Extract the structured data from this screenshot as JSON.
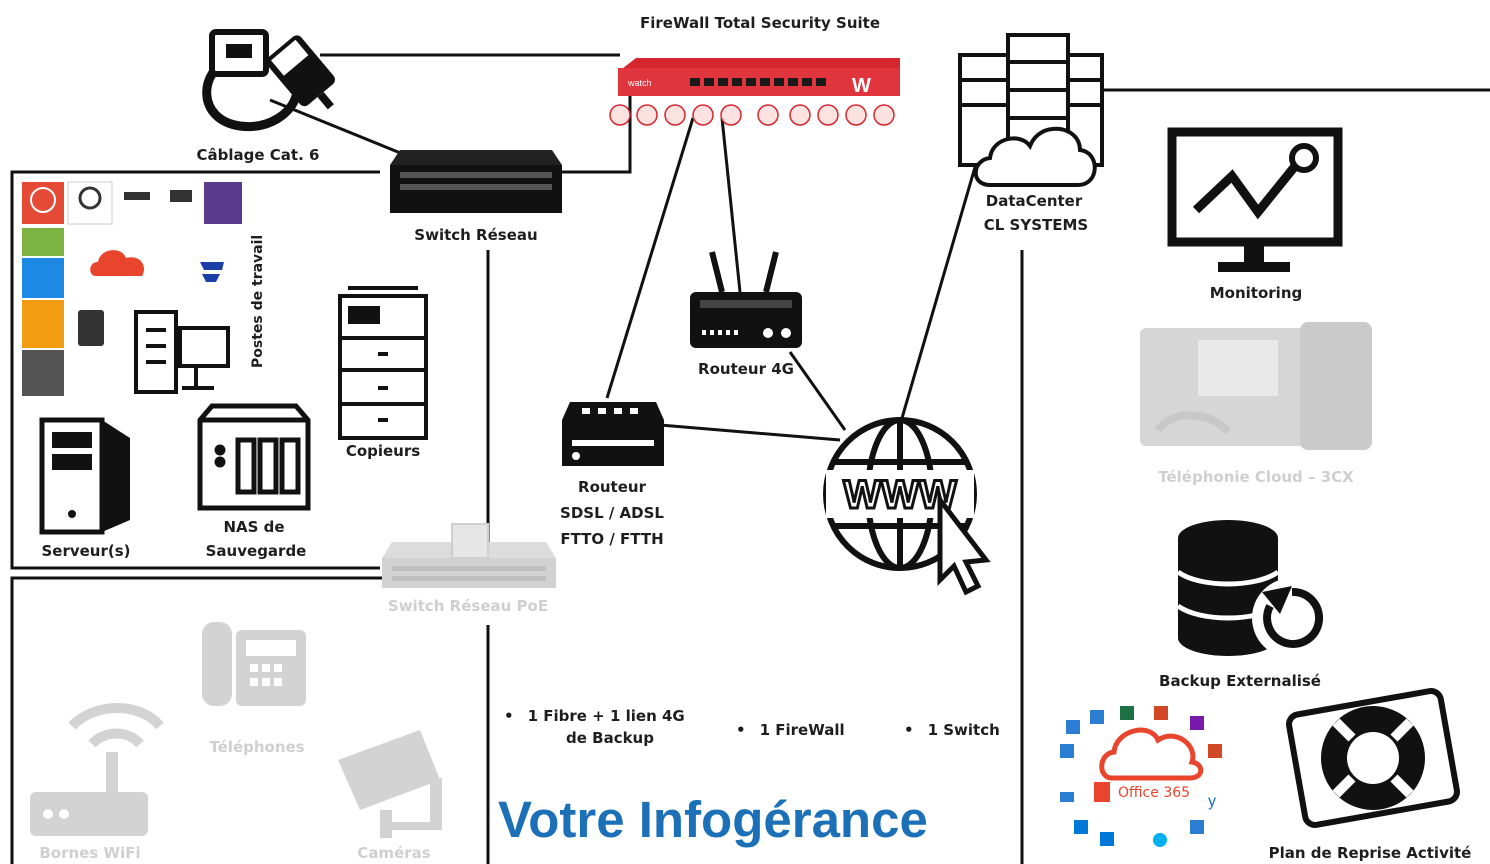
{
  "labels": {
    "firewall": "FireWall Total Security Suite",
    "cabling": "Câblage Cat. 6",
    "switch": "Switch Réseau",
    "datacenter_1": "DataCenter",
    "datacenter_2": "CL SYSTEMS",
    "postes": "Postes de travail",
    "copiers": "Copieurs",
    "servers": "Serveur(s)",
    "nas_1": "NAS de",
    "nas_2": "Sauvegarde",
    "router_4g": "Routeur 4G",
    "router_fixed_1": "Routeur",
    "router_fixed_2": "SDSL / ADSL",
    "router_fixed_3": "FTTO / FTTH",
    "switch_poe": "Switch Réseau PoE",
    "phones": "Téléphones",
    "cameras": "Caméras",
    "wifi": "Bornes WiFi",
    "monitoring": "Monitoring",
    "telephony": "Téléphonie Cloud – 3CX",
    "backup": "Backup Externalisé",
    "pra": "Plan de Reprise Activité",
    "office": "Office 365"
  },
  "bullets": {
    "fiber_1": "1 Fibre + 1 lien 4G",
    "fiber_2": "de Backup",
    "firewall": "1 FireWall",
    "switch": "1 Switch"
  },
  "banner": "Votre Infogérance",
  "colors": {
    "firewall_red": "#d6262e",
    "title_blue": "#1b70b8",
    "office_orange": "#e8452c",
    "faded_gray": "#d0d0d0",
    "line_dark": "#111111"
  },
  "icons": [
    "cat6-cable-icon",
    "firewall-appliance-icon",
    "datacenter-cloud-icon",
    "network-switch-icon",
    "workstation-icon",
    "office365-cloud-icon",
    "fsecure-icon",
    "copier-icon",
    "server-tower-icon",
    "nas-icon",
    "router-4g-icon",
    "router-adsl-icon",
    "www-globe-icon",
    "poe-switch-icon",
    "desk-phone-icon",
    "wifi-router-icon",
    "camera-icon",
    "monitoring-icon",
    "ip-phone-icon",
    "backup-database-icon",
    "office365-apps-icon",
    "lifebuoy-icon"
  ]
}
